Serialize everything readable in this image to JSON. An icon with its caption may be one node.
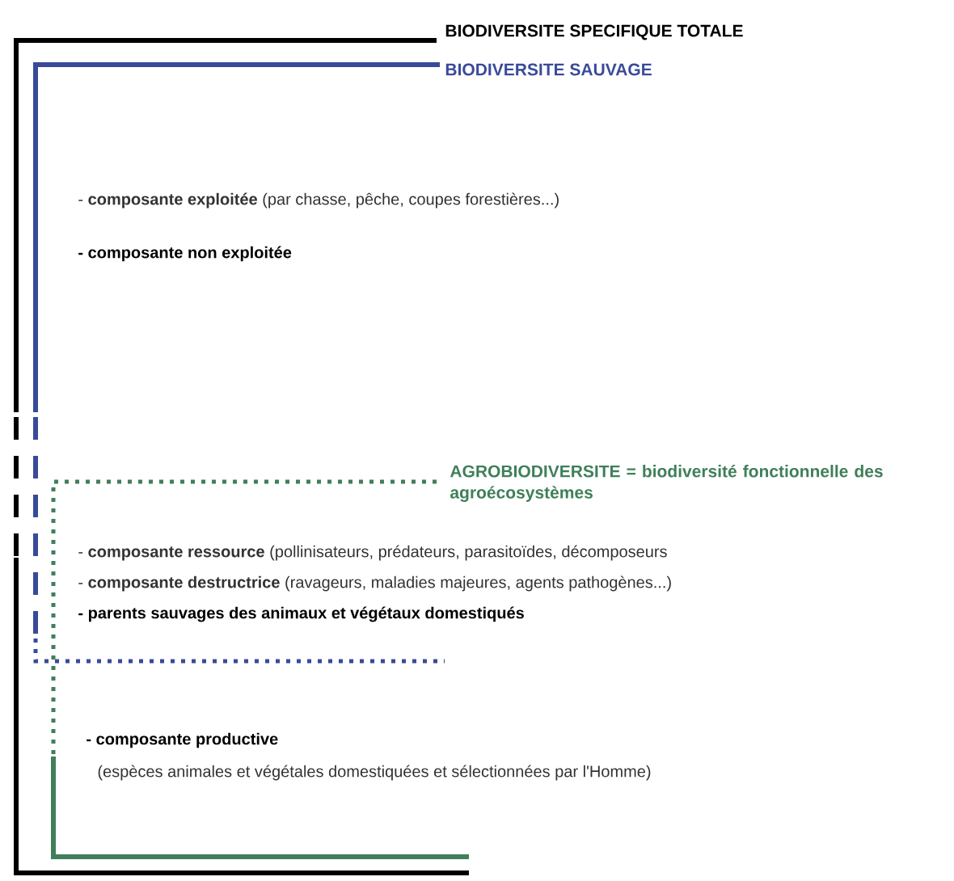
{
  "diagram": {
    "labels": [
      "BIODIVERSITE SPECIFIQUE TOTALE",
      "BIODIVERSITE SAUVAGE",
      "- **composante exploitée** (par chasse, pêche, coupes forestières...)",
      "- composante non exploitée",
      "AGROBIODIVERSITE = biodiversité fonctionnelle des agroécosystèmes",
      "- **composante ressource** (pollinisateurs, prédateurs, parasitoïdes, décomposeurs",
      "- **composante destructrice** (ravageurs, maladies majeures, agents pathogènes...)",
      "- parents sauvages des animaux et végétaux domestiqués",
      "- composante productive",
      "(espèces animales et végétales domestiquées et sélectionnées par l'Homme)"
    ]
  }
}
